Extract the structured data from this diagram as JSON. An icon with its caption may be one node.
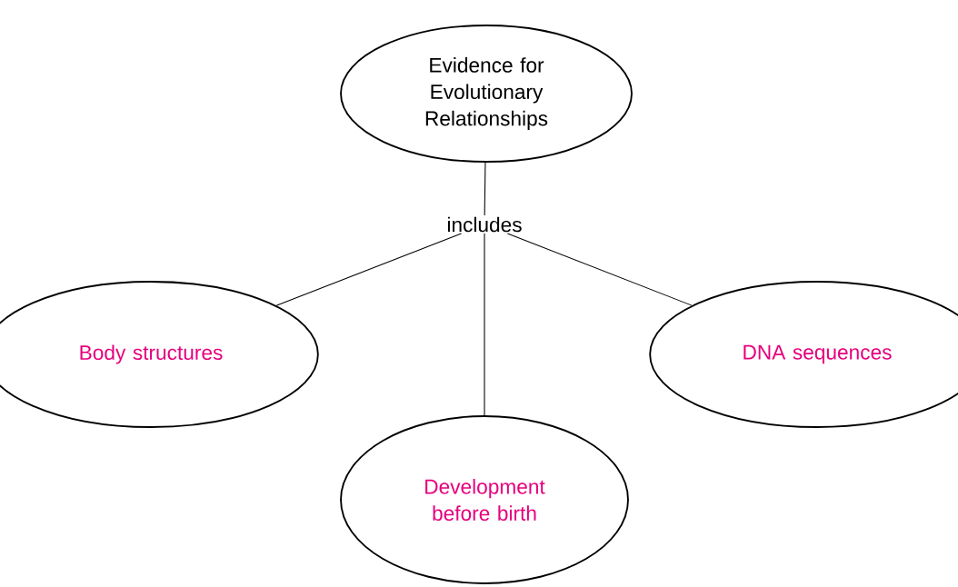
{
  "diagram": {
    "nodes": [
      {
        "text": [
          "Evidence for Evolutionary Relationships"
        ]
      },
      {
        "text": [
          "includes"
        ]
      },
      {
        "text": [
          "Body structures"
        ]
      },
      {
        "text": [
          "Development before birth"
        ]
      },
      {
        "text": [
          "DNA sequences"
        ]
      }
    ],
    "edges": [
      {
        "from": 0,
        "to": 1,
        "arrow": "none"
      },
      {
        "from": 1,
        "to": 2,
        "arrow": "none"
      },
      {
        "from": 1,
        "to": 3,
        "arrow": "none"
      },
      {
        "from": 1,
        "to": 4,
        "arrow": "none"
      }
    ]
  }
}
